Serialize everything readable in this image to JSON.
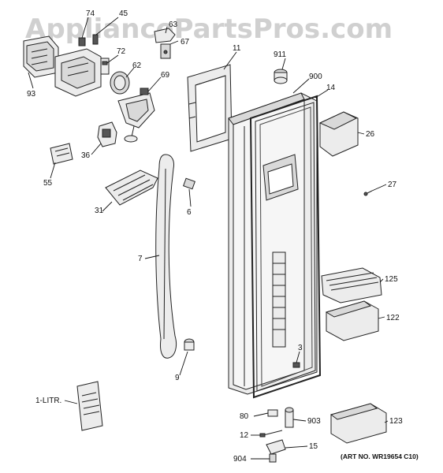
{
  "watermark": "AppliancePartsPros.com",
  "art_number": "(ART NO. WR19654 C10)",
  "callouts": {
    "p74": "74",
    "p45": "45",
    "p63": "63",
    "p67": "67",
    "p11": "11",
    "p911": "911",
    "p72": "72",
    "p62": "62",
    "p93": "93",
    "p69": "69",
    "p900": "900",
    "p14": "14",
    "p26": "26",
    "p36": "36",
    "p55": "55",
    "p27": "27",
    "p31": "31",
    "p6": "6",
    "p7": "7",
    "p125": "125",
    "p122": "122",
    "p9": "9",
    "p3": "3",
    "p1litr": "1-LITR.",
    "p80": "80",
    "p903": "903",
    "p123": "123",
    "p12": "12",
    "p15": "15",
    "p904": "904"
  }
}
